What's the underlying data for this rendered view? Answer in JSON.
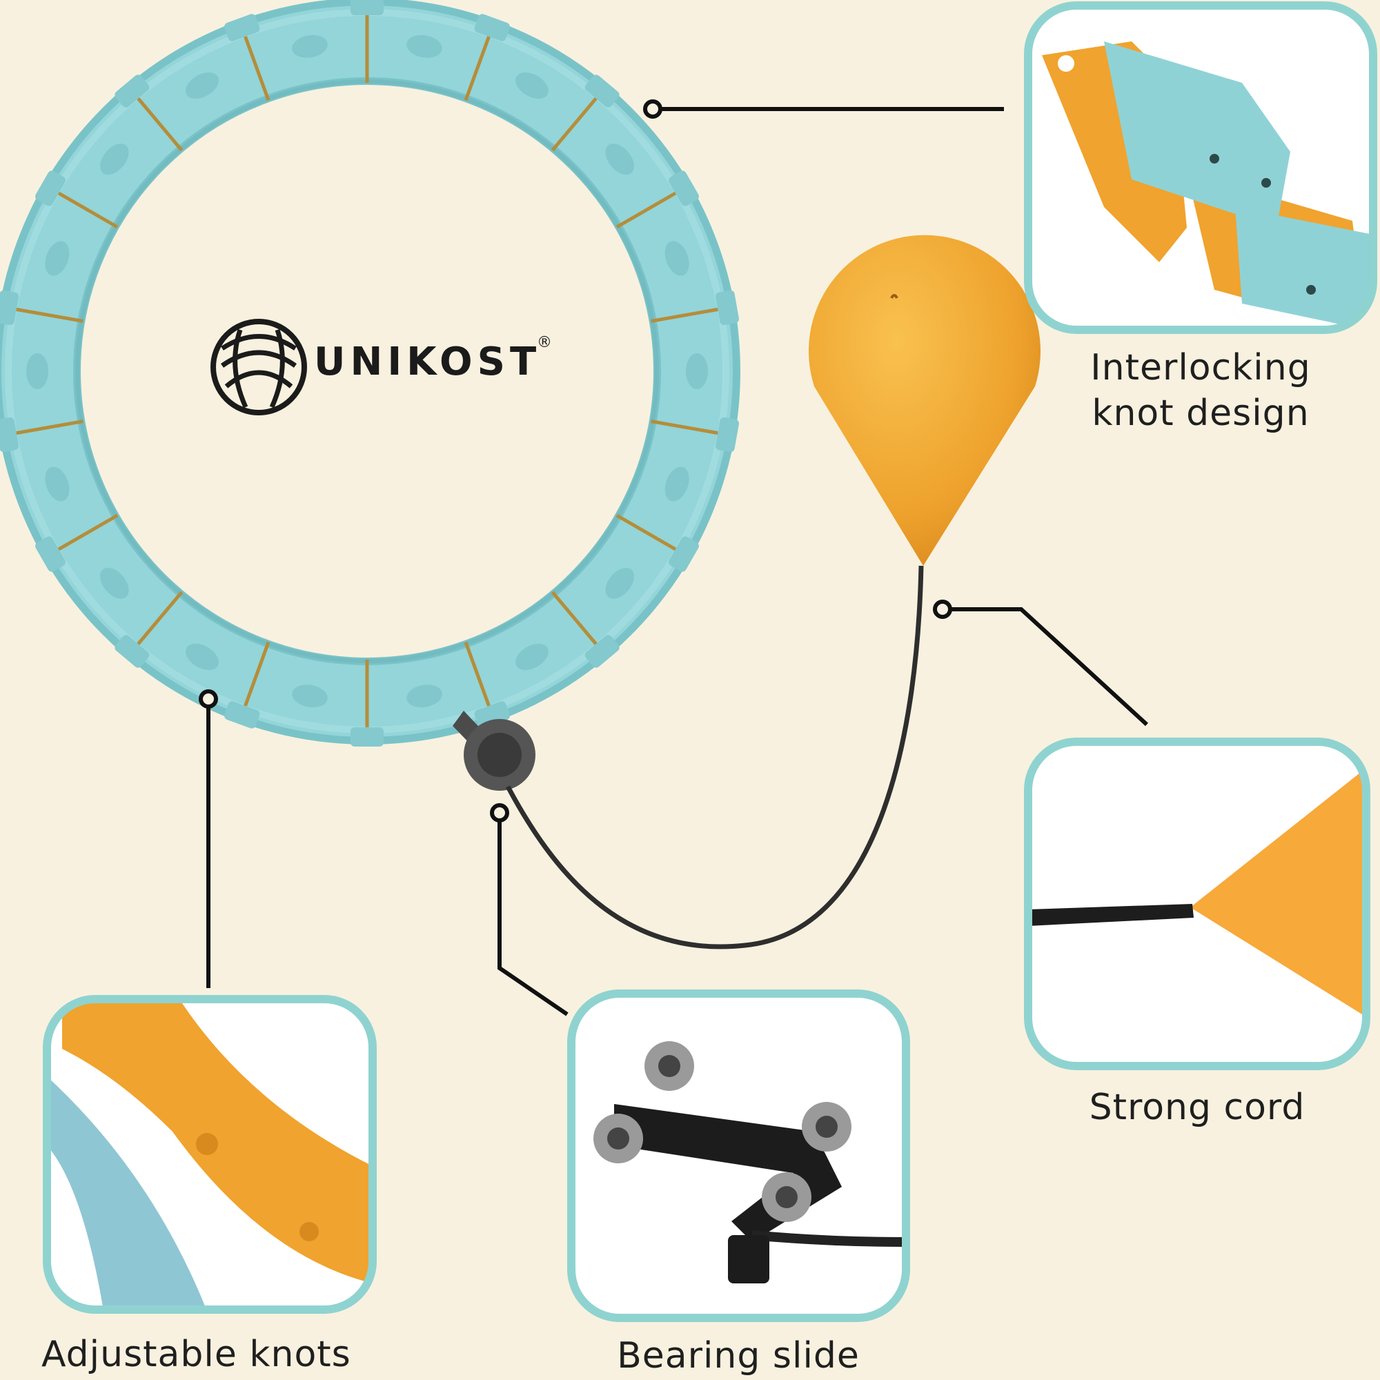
{
  "brand": {
    "name": "UNIKOST",
    "registered_mark": "®"
  },
  "colors": {
    "background": "#f8f1df",
    "ring_teal": "#8fd2d6",
    "ring_teal_dark": "#6fbcc1",
    "accent_orange": "#f0a32e",
    "panel_border": "#8fd3d0",
    "cord": "#2e2e2e"
  },
  "callouts": {
    "interlocking": {
      "line1": "Interlocking",
      "line2": "knot design"
    },
    "strong_cord": "Strong cord",
    "adjustable_knots": "Adjustable knots",
    "bearing_slide": "Bearing slide"
  }
}
